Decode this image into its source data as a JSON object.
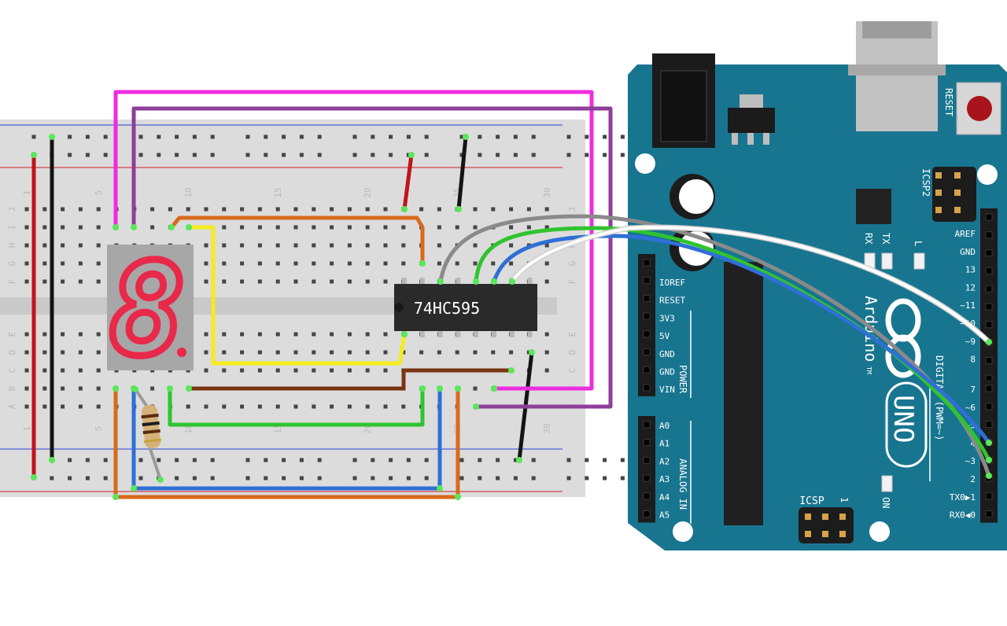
{
  "chip": {
    "label": "74HC595"
  },
  "breadboard": {
    "column_numbers": [
      "1",
      "5",
      "10",
      "15",
      "20",
      "25",
      "30"
    ],
    "row_letters_top": [
      "J",
      "I",
      "H",
      "G",
      "F"
    ],
    "row_letters_bottom": [
      "E",
      "D",
      "C",
      "B",
      "A"
    ]
  },
  "seven_segment": {
    "digit": "8",
    "color": "#e8294a"
  },
  "arduino": {
    "board_color": "#18758f",
    "reset_label": "RESET",
    "icsp2_label": "ICSP2",
    "icsp_label": "ICSP",
    "icsp_pin1": "1",
    "led_labels": {
      "tx": "TX",
      "rx": "RX",
      "l": "L",
      "on": "ON"
    },
    "logo_text": "Arduino",
    "logo_tm": "TM",
    "model": "UNO",
    "digital_label": "DIGITAL (PWM=~)",
    "power_label": "POWER",
    "analog_label": "ANALOG IN",
    "power_pins": [
      "IOREF",
      "RESET",
      "3V3",
      "5V",
      "GND",
      "GND",
      "VIN"
    ],
    "analog_pins": [
      "A0",
      "A1",
      "A2",
      "A3",
      "A4",
      "A5"
    ],
    "digital_pins_top": [
      "AREF",
      "GND",
      "13",
      "12",
      "~11",
      "~10",
      "~9",
      "8"
    ],
    "digital_pins_bottom": [
      "7",
      "~6",
      "~5",
      "4",
      "~3",
      "2",
      "TX0▶1",
      "RX0◀0"
    ]
  },
  "colors": {
    "wire_magenta": "#ee2ce0",
    "wire_purple": "#8e3f9a",
    "wire_orange": "#d76a1c",
    "wire_yellow": "#f4ec1e",
    "wire_brown": "#7a3413",
    "wire_green": "#2fc42f",
    "wire_blue": "#2f6fd6",
    "wire_gray": "#8a8a8a",
    "wire_white": "#ffffff",
    "wire_red": "#c0141a",
    "wire_black": "#141414"
  }
}
